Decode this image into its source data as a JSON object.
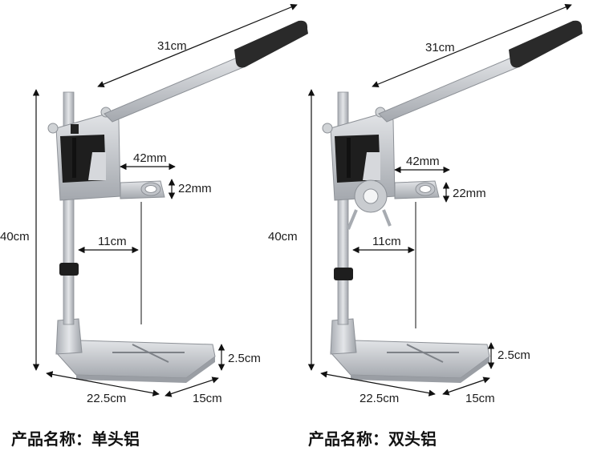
{
  "left_stand": {
    "caption": "产品名称：单头铝",
    "dims": {
      "height": "40cm",
      "handle": "31cm",
      "clamp_diameter": "42mm",
      "clamp_height": "22mm",
      "throat": "11cm",
      "base_thickness": "2.5cm",
      "base_width": "22.5cm",
      "base_depth": "15cm"
    }
  },
  "right_stand": {
    "caption": "产品名称：双头铝",
    "dims": {
      "height": "40cm",
      "handle": "31cm",
      "clamp_diameter": "42mm",
      "clamp_height": "22mm",
      "throat": "11cm",
      "base_thickness": "2.5cm",
      "base_width": "22.5cm",
      "base_depth": "15cm"
    }
  },
  "colors": {
    "aluminum": "#c9ccd0",
    "aluminum_dark": "#9a9ea4",
    "black_part": "#1e1e1e",
    "handle_grip": "#2a2a2a"
  }
}
